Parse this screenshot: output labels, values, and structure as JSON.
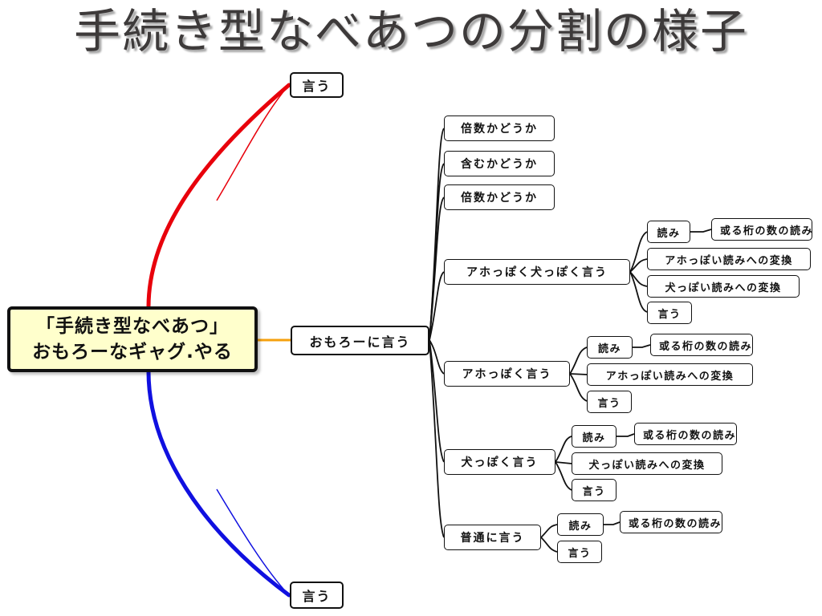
{
  "title": "手続き型なべあつの分割の様子",
  "colors": {
    "root_bg": "#ffffcc",
    "branch_top": "#e8000b",
    "branch_middle": "#f5a00e",
    "branch_bottom": "#1010e0",
    "wire": "#111111"
  },
  "root": {
    "line1": "「手続き型なべあつ」",
    "line2": "おもろーなギャグ.やる"
  },
  "top_leaf": "言う",
  "bottom_leaf": "言う",
  "middle": {
    "label": "おもろーに言う",
    "checks": [
      "倍数かどうか",
      "含むかどうか",
      "倍数かどうか"
    ],
    "modes": [
      {
        "label": "アホっぽく犬っぽく言う",
        "read": "読み",
        "read_detail": "或る桁の数の読み",
        "conversions": [
          "アホっぽい読みへの変換",
          "犬っぽい読みへの変換"
        ],
        "say": "言う"
      },
      {
        "label": "アホっぽく言う",
        "read": "読み",
        "read_detail": "或る桁の数の読み",
        "conversions": [
          "アホっぽい読みへの変換"
        ],
        "say": "言う"
      },
      {
        "label": "犬っぽく言う",
        "read": "読み",
        "read_detail": "或る桁の数の読み",
        "conversions": [
          "犬っぽい読みへの変換"
        ],
        "say": "言う"
      },
      {
        "label": "普通に言う",
        "read": "読み",
        "read_detail": "或る桁の数の読み",
        "conversions": [],
        "say": "言う"
      }
    ]
  }
}
